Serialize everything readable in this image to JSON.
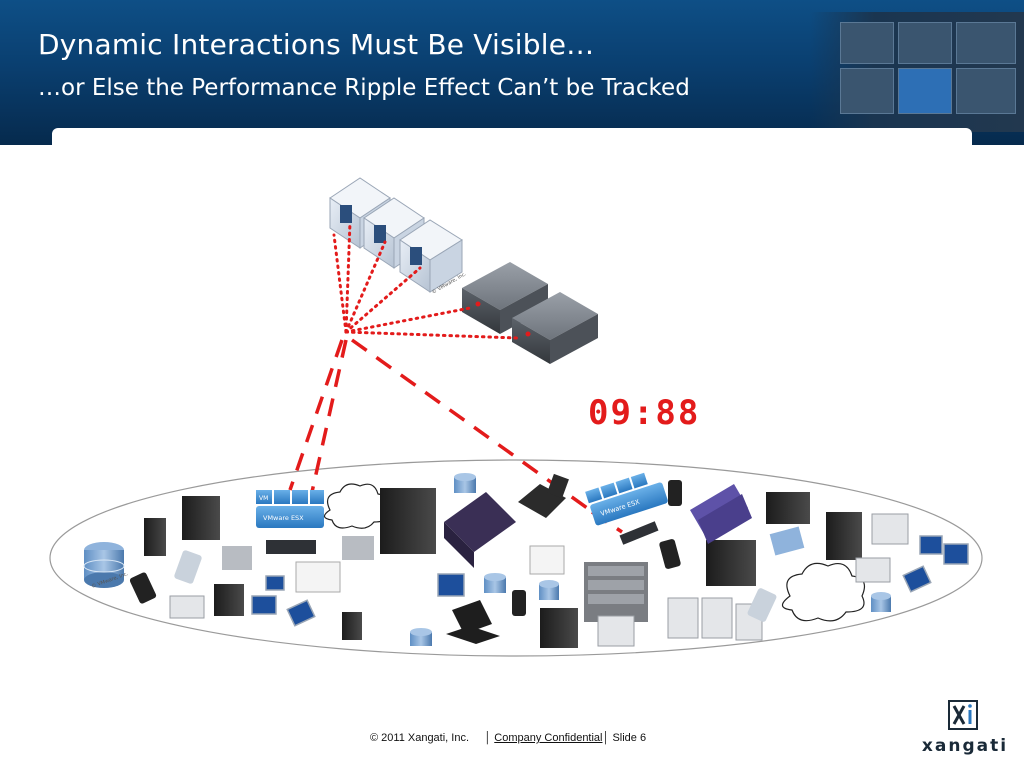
{
  "slide": {
    "title": "Dynamic Interactions Must Be Visible…",
    "subtitle": "…or Else the Performance Ripple Effect Can’t be Tracked"
  },
  "diagram": {
    "timer": "09:88",
    "watermark": "© VMware, Inc.",
    "esx_label": "VMware ESX",
    "vm_label": "VM",
    "accent_color": "#e31b1b"
  },
  "footer": {
    "copyright": "© 2011 Xangati, Inc.",
    "confidential": "Company Confidential",
    "slide_label": "Slide 6"
  },
  "logo": {
    "name": "xangati"
  }
}
